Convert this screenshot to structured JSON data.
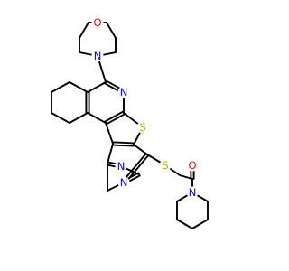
{
  "molecule": {
    "atoms": [
      {
        "label": "O",
        "color": "#ff0000"
      },
      {
        "label": "N",
        "color": "#0000ff"
      },
      {
        "label": "N",
        "color": "#0000ff"
      },
      {
        "label": "S",
        "color": "#c8a800"
      },
      {
        "label": "N",
        "color": "#0000ff"
      },
      {
        "label": "N",
        "color": "#0000ff"
      },
      {
        "label": "S",
        "color": "#c8a800"
      },
      {
        "label": "O",
        "color": "#ff0000"
      },
      {
        "label": "N",
        "color": "#0000ff"
      }
    ]
  }
}
